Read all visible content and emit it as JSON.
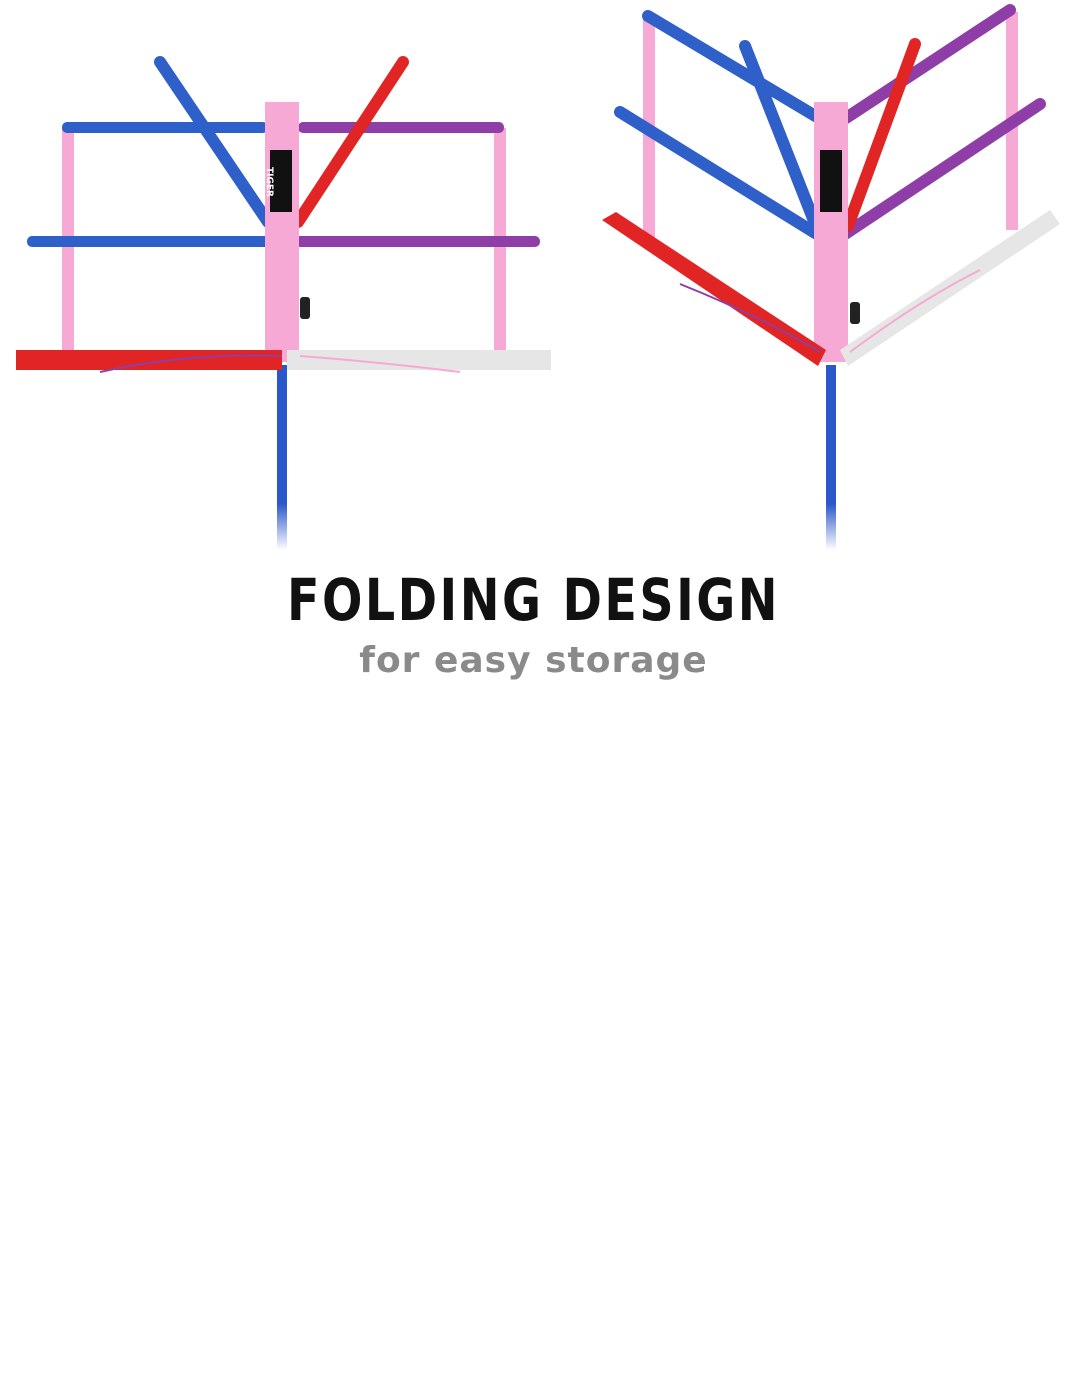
{
  "headline": "FOLDING DESIGN",
  "subheadline": "for easy storage",
  "brand": {
    "logo_text": "TIGER"
  },
  "colors": {
    "pink": "#f6a9d4",
    "blue": "#2f5fc8",
    "purple": "#8e3ea6",
    "red": "#e12424",
    "white_ledge": "#e6e6e6",
    "pole": "#2a57c9",
    "headline": "#111111",
    "subheadline": "#8a8a8a"
  }
}
